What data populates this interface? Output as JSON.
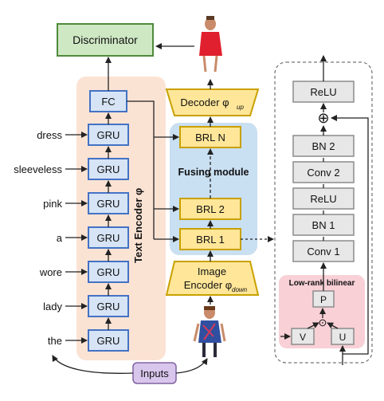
{
  "discriminator": "Discriminator",
  "text_encoder": {
    "title": "Text Encoder φ",
    "fc": "FC",
    "cell": "GRU",
    "words": [
      "dress",
      "sleeveless",
      "pink",
      "a",
      "wore",
      "lady",
      "the"
    ]
  },
  "fusing": {
    "title": "Fusing module",
    "decoder": "Decoder φ",
    "decoder_sub": "up",
    "brl_n": "BRL N",
    "brl_2": "BRL 2",
    "brl_1": "BRL 1",
    "image_encoder_line1": "Image",
    "image_encoder_line2": "Encoder φ",
    "image_encoder_sub": "down"
  },
  "brl_detail": {
    "relu_top": "ReLU",
    "plus": "⊕",
    "bn2": "BN 2",
    "conv2": "Conv 2",
    "relu": "ReLU",
    "bn1": "BN 1",
    "conv1": "Conv 1",
    "lowrank_title": "Low-rank bilinear",
    "p": "P",
    "dot": "⊙",
    "v": "V",
    "u": "U"
  },
  "inputs": "Inputs",
  "colors": {
    "gru_fill": "#d6e4f5",
    "gru_stroke": "#4472c4",
    "discriminator_fill": "#cfe8c4",
    "discriminator_stroke": "#4f8a3c",
    "encoder_bg": "#fbe3d4",
    "fusing_bg": "#c9dff2",
    "yellow_fill": "#ffe699",
    "yellow_stroke": "#c9a100",
    "gray_fill": "#e7e7e7",
    "gray_stroke": "#8c8c8c",
    "pink_bg": "#f8d0d6",
    "inputs_fill": "#d9c6ec",
    "inputs_stroke": "#8064a2"
  }
}
